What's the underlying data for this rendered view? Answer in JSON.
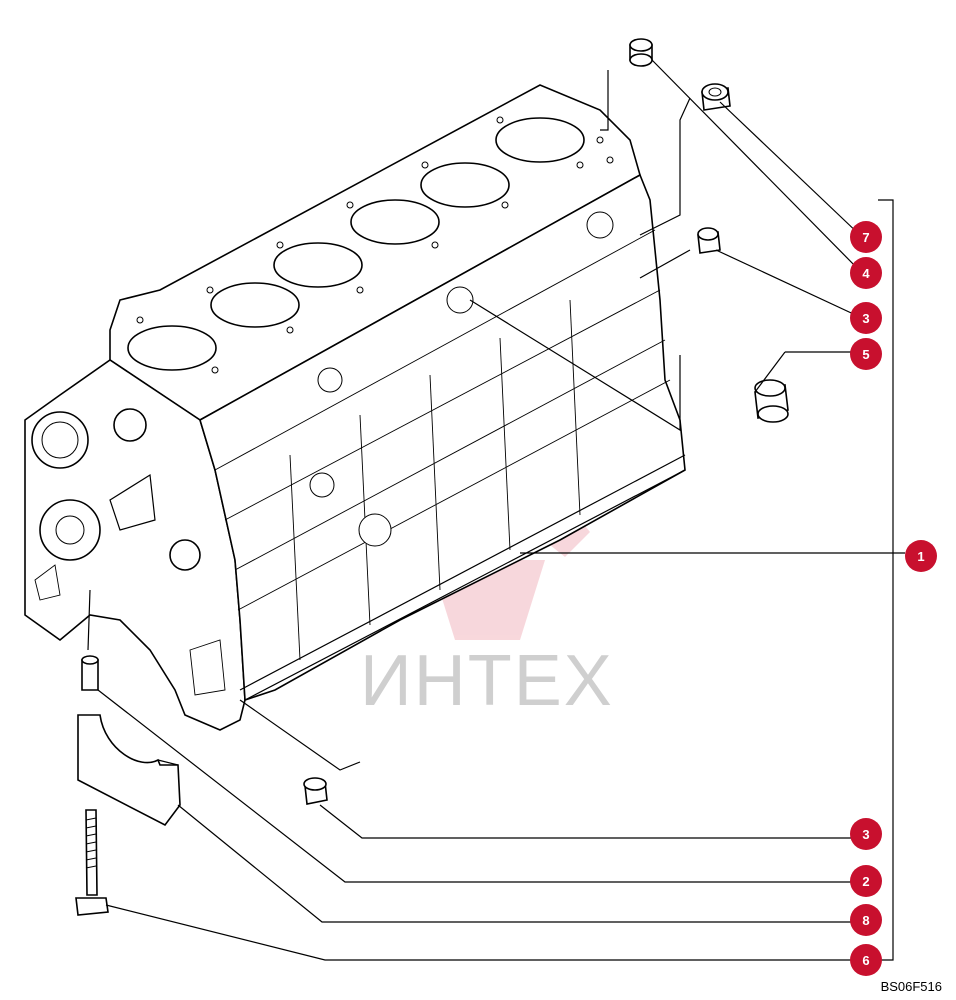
{
  "diagram": {
    "reference_code": "BS06F516",
    "watermark": "ИНТЕХ",
    "callouts": [
      {
        "id": "c7",
        "label": "7",
        "part": "sleeve-ring"
      },
      {
        "id": "c4",
        "label": "4",
        "part": "upper-plug"
      },
      {
        "id": "c3a",
        "label": "3",
        "part": "side-plug-upper"
      },
      {
        "id": "c5",
        "label": "5",
        "part": "side-plug-large"
      },
      {
        "id": "c1",
        "label": "1",
        "part": "cylinder-block"
      },
      {
        "id": "c3b",
        "label": "3",
        "part": "side-plug-lower"
      },
      {
        "id": "c2",
        "label": "2",
        "part": "dowel-pin"
      },
      {
        "id": "c8",
        "label": "8",
        "part": "main-bearing-cap"
      },
      {
        "id": "c6",
        "label": "6",
        "part": "cap-bolt"
      }
    ],
    "colors": {
      "callout_fill": "#c8102e",
      "watermark_gear": "#f2b8c0",
      "watermark_text": "#cfcfcf",
      "line": "#000000"
    }
  }
}
